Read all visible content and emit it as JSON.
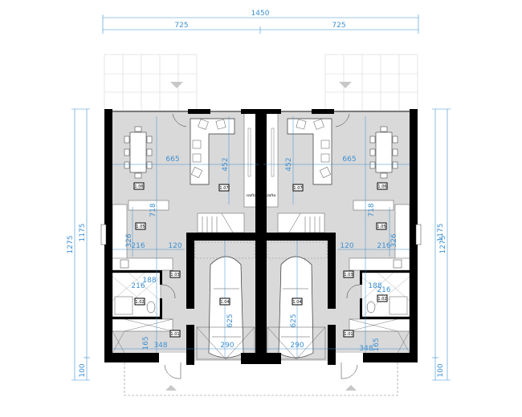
{
  "dimensions": {
    "overall_width": "1450",
    "half_left": "725",
    "half_right": "725",
    "overall_depth": "1275",
    "body_depth": "1175",
    "porch_depth": "100",
    "living_width": "665",
    "living_depth": "452",
    "dining_depth": "718",
    "kitchen_depth": "326",
    "kitchen_width": "216",
    "hall_width": "120",
    "garage_length": "625",
    "garage_width": "290",
    "entry_width": "348",
    "entry_depth": "165",
    "bath_width": "216",
    "bath_small": "188"
  },
  "rooms": {
    "dining": "1.06",
    "living": "1.07",
    "kitchen": "1.05",
    "hall": "1.03",
    "garage": "1.04",
    "bathroom": "1.02",
    "vestibule": "1.01"
  },
  "storage_label": "szafka",
  "colors": {
    "wall": "#000000",
    "floor": "#d9d9d9",
    "dimension": "#3d8fd1"
  }
}
